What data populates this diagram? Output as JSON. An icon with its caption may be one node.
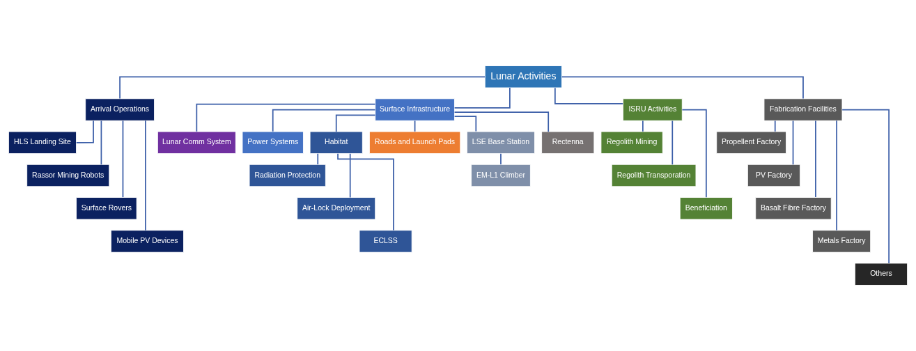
{
  "diagram": {
    "nodes": [
      {
        "text": [
          "Lunar Activities"
        ]
      },
      {
        "text": [
          "Arrival Operations"
        ]
      },
      {
        "text": [
          "HLS Landing Site"
        ]
      },
      {
        "text": [
          "Rassor Mining Robots"
        ]
      },
      {
        "text": [
          "Surface Rovers"
        ]
      },
      {
        "text": [
          "Mobile PV Devices"
        ]
      },
      {
        "text": [
          "Surface Infrastructure"
        ]
      },
      {
        "text": [
          "Lunar Comm System"
        ]
      },
      {
        "text": [
          "Power Systems"
        ]
      },
      {
        "text": [
          "Habitat"
        ]
      },
      {
        "text": [
          "Radiation Protection"
        ]
      },
      {
        "text": [
          "Air-Lock Deployment"
        ]
      },
      {
        "text": [
          "ECLSS"
        ]
      },
      {
        "text": [
          "Roads and Launch Pads"
        ]
      },
      {
        "text": [
          "LSE Base Station"
        ]
      },
      {
        "text": [
          "EM-L1 Climber"
        ]
      },
      {
        "text": [
          "Rectenna"
        ]
      },
      {
        "text": [
          "ISRU Activities"
        ]
      },
      {
        "text": [
          "Regolith Mining"
        ]
      },
      {
        "text": [
          "Regolith Transporation"
        ]
      },
      {
        "text": [
          "Beneficiation"
        ]
      },
      {
        "text": [
          "Fabrication Facilities"
        ]
      },
      {
        "text": [
          "Propellent Factory"
        ]
      },
      {
        "text": [
          "PV Factory"
        ]
      },
      {
        "text": [
          "Basalt Fibre Factory"
        ]
      },
      {
        "text": [
          "Metals Factory"
        ]
      },
      {
        "text": [
          "Others"
        ]
      }
    ],
    "edges": [
      {
        "from": 0,
        "to": 1,
        "arrow": "none"
      },
      {
        "from": 1,
        "to": 2,
        "arrow": "none"
      },
      {
        "from": 1,
        "to": 3,
        "arrow": "none"
      },
      {
        "from": 1,
        "to": 4,
        "arrow": "none"
      },
      {
        "from": 1,
        "to": 5,
        "arrow": "none"
      },
      {
        "from": 0,
        "to": 6,
        "arrow": "none"
      },
      {
        "from": 6,
        "to": 7,
        "arrow": "none"
      },
      {
        "from": 6,
        "to": 8,
        "arrow": "none"
      },
      {
        "from": 6,
        "to": 9,
        "arrow": "none"
      },
      {
        "from": 9,
        "to": 10,
        "arrow": "none"
      },
      {
        "from": 9,
        "to": 11,
        "arrow": "none"
      },
      {
        "from": 9,
        "to": 12,
        "arrow": "none"
      },
      {
        "from": 6,
        "to": 13,
        "arrow": "none"
      },
      {
        "from": 6,
        "to": 14,
        "arrow": "none"
      },
      {
        "from": 14,
        "to": 15,
        "arrow": "none"
      },
      {
        "from": 6,
        "to": 16,
        "arrow": "none"
      },
      {
        "from": 0,
        "to": 17,
        "arrow": "none"
      },
      {
        "from": 17,
        "to": 18,
        "arrow": "none"
      },
      {
        "from": 17,
        "to": 19,
        "arrow": "none"
      },
      {
        "from": 17,
        "to": 20,
        "arrow": "none"
      },
      {
        "from": 0,
        "to": 21,
        "arrow": "none"
      },
      {
        "from": 21,
        "to": 22,
        "arrow": "none"
      },
      {
        "from": 21,
        "to": 23,
        "arrow": "none"
      },
      {
        "from": 21,
        "to": 24,
        "arrow": "none"
      },
      {
        "from": 21,
        "to": 25,
        "arrow": "none"
      },
      {
        "from": 21,
        "to": 26,
        "arrow": "none"
      }
    ]
  }
}
